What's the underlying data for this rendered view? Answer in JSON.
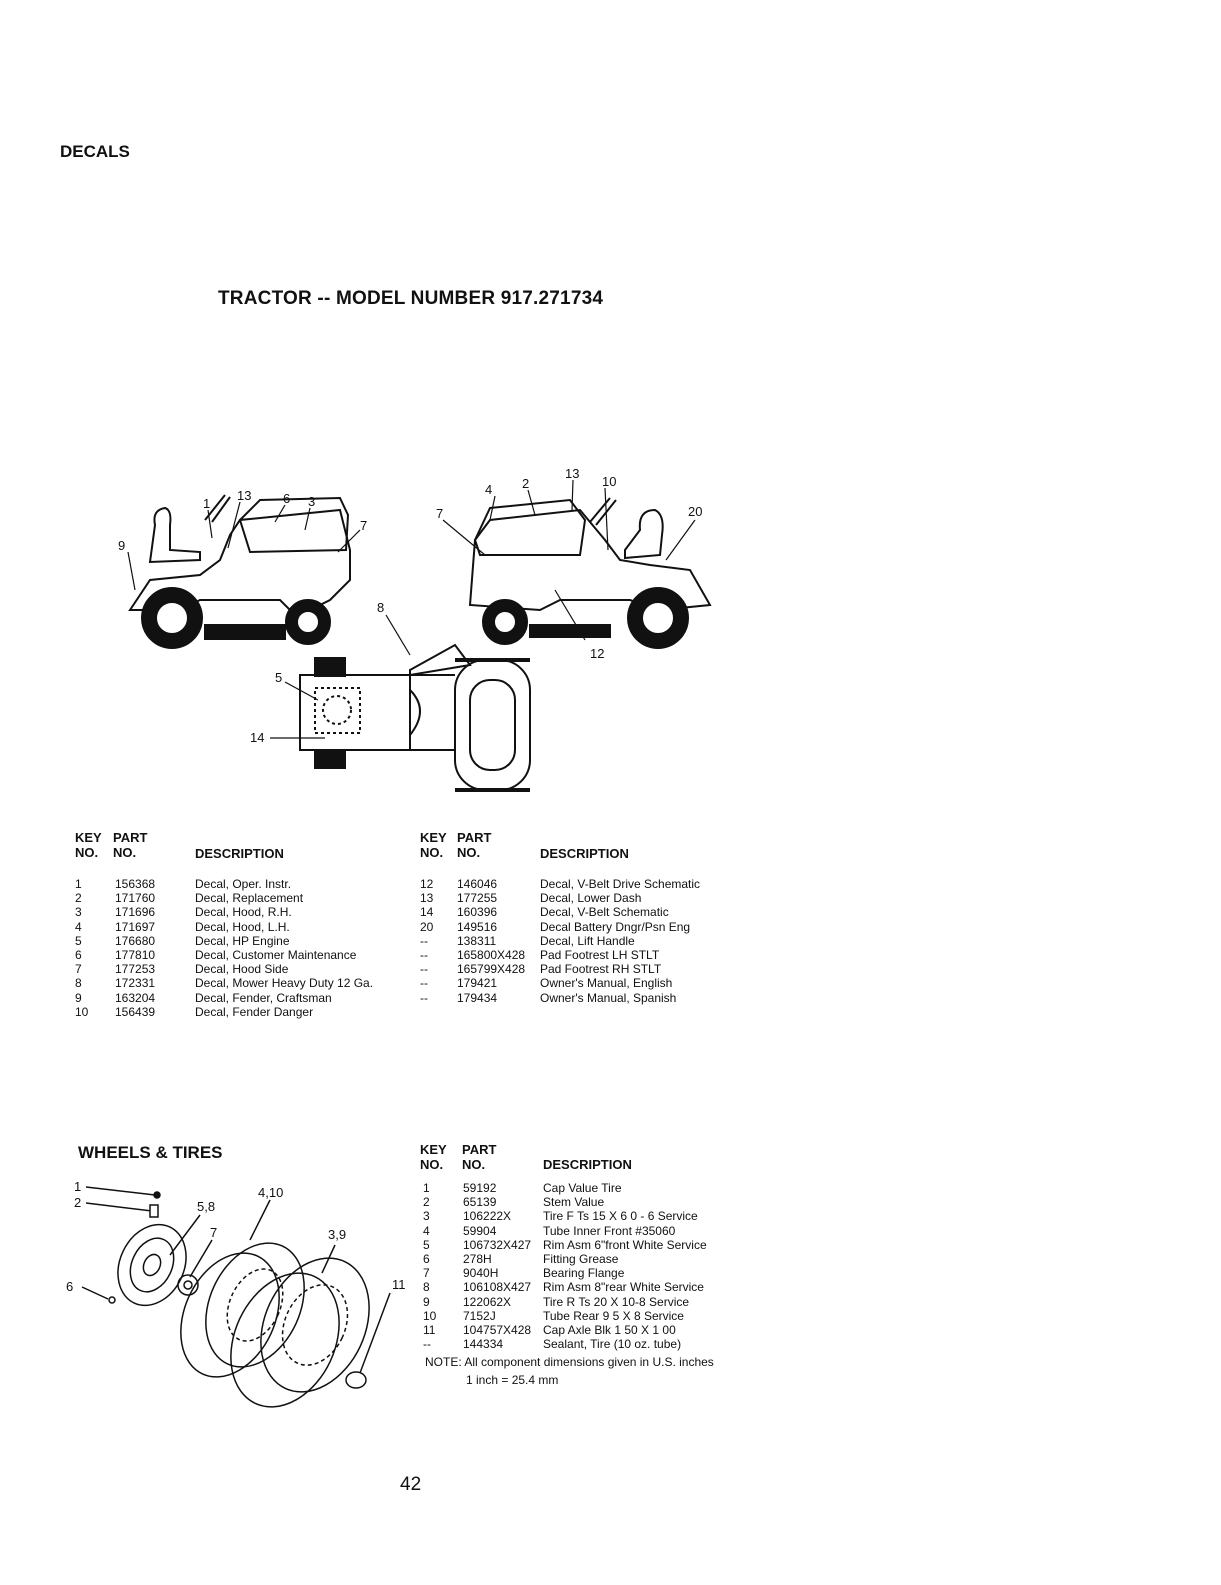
{
  "page_title": "TRACTOR -- MODEL NUMBER 917.271734",
  "decals": {
    "section_title": "DECALS",
    "callouts_left": [
      "9",
      "1",
      "13",
      "6",
      "3",
      "7"
    ],
    "callouts_right": [
      "4",
      "2",
      "13",
      "10",
      "7",
      "20",
      "12"
    ],
    "callouts_top": [
      "8",
      "5",
      "14"
    ],
    "headers": {
      "key_top": "KEY",
      "part_top": "PART",
      "key_no": "NO.",
      "part_no": "NO.",
      "description": "DESCRIPTION"
    },
    "left_rows": [
      {
        "key": "1",
        "part": "156368",
        "desc": "Decal, Oper. Instr."
      },
      {
        "key": "2",
        "part": "171760",
        "desc": "Decal, Replacement"
      },
      {
        "key": "3",
        "part": "171696",
        "desc": "Decal, Hood, R.H."
      },
      {
        "key": "4",
        "part": "171697",
        "desc": "Decal, Hood, L.H."
      },
      {
        "key": "5",
        "part": "176680",
        "desc": "Decal, HP Engine"
      },
      {
        "key": "6",
        "part": "177810",
        "desc": "Decal, Customer Maintenance"
      },
      {
        "key": "7",
        "part": "177253",
        "desc": "Decal, Hood Side"
      },
      {
        "key": "8",
        "part": "172331",
        "desc": "Decal, Mower Heavy Duty 12 Ga."
      },
      {
        "key": "9",
        "part": "163204",
        "desc": "Decal, Fender, Craftsman"
      },
      {
        "key": "10",
        "part": "156439",
        "desc": "Decal, Fender Danger"
      }
    ],
    "right_rows": [
      {
        "key": "12",
        "part": "146046",
        "desc": "Decal, V-Belt Drive Schematic"
      },
      {
        "key": "13",
        "part": "177255",
        "desc": "Decal, Lower Dash"
      },
      {
        "key": "14",
        "part": "160396",
        "desc": "Decal, V-Belt Schematic"
      },
      {
        "key": "20",
        "part": "149516",
        "desc": "Decal Battery Dngr/Psn Eng"
      },
      {
        "key": "--",
        "part": "138311",
        "desc": "Decal, Lift Handle"
      },
      {
        "key": "--",
        "part": "165800X428",
        "desc": "Pad Footrest LH STLT"
      },
      {
        "key": "--",
        "part": "165799X428",
        "desc": "Pad Footrest RH STLT"
      },
      {
        "key": "--",
        "part": "179421",
        "desc": "Owner's Manual, English"
      },
      {
        "key": "--",
        "part": "179434",
        "desc": "Owner's Manual, Spanish"
      }
    ]
  },
  "wheels": {
    "section_title": "WHEELS & TIRES",
    "callouts": [
      "1",
      "2",
      "5,8",
      "4,10",
      "7",
      "3,9",
      "6",
      "11"
    ],
    "headers": {
      "key_top": "KEY",
      "part_top": "PART",
      "key_no": "NO.",
      "part_no": "NO.",
      "description": "DESCRIPTION"
    },
    "rows": [
      {
        "key": "1",
        "part": "59192",
        "desc": "Cap Value Tire"
      },
      {
        "key": "2",
        "part": "65139",
        "desc": "Stem Value"
      },
      {
        "key": "3",
        "part": "106222X",
        "desc": "Tire F Ts 15 X 6 0 - 6 Service"
      },
      {
        "key": "4",
        "part": "59904",
        "desc": "Tube Inner Front #35060"
      },
      {
        "key": "5",
        "part": "106732X427",
        "desc": "Rim Asm 6\"front White Service"
      },
      {
        "key": "6",
        "part": "278H",
        "desc": "Fitting Grease"
      },
      {
        "key": "7",
        "part": "9040H",
        "desc": "Bearing Flange"
      },
      {
        "key": "8",
        "part": "106108X427",
        "desc": "Rim Asm 8\"rear White Service"
      },
      {
        "key": "9",
        "part": "122062X",
        "desc": "Tire R Ts 20 X 10-8 Service"
      },
      {
        "key": "10",
        "part": "7152J",
        "desc": "Tube Rear 9 5 X 8 Service"
      },
      {
        "key": "11",
        "part": "104757X428",
        "desc": "Cap Axle Blk 1 50 X 1 00"
      },
      {
        "key": "--",
        "part": "144334",
        "desc": "Sealant, Tire (10 oz. tube)"
      }
    ],
    "note_line1": "NOTE: All component dimensions given in U.S. inches",
    "note_line2": "1 inch = 25.4 mm"
  },
  "page_number": "42"
}
